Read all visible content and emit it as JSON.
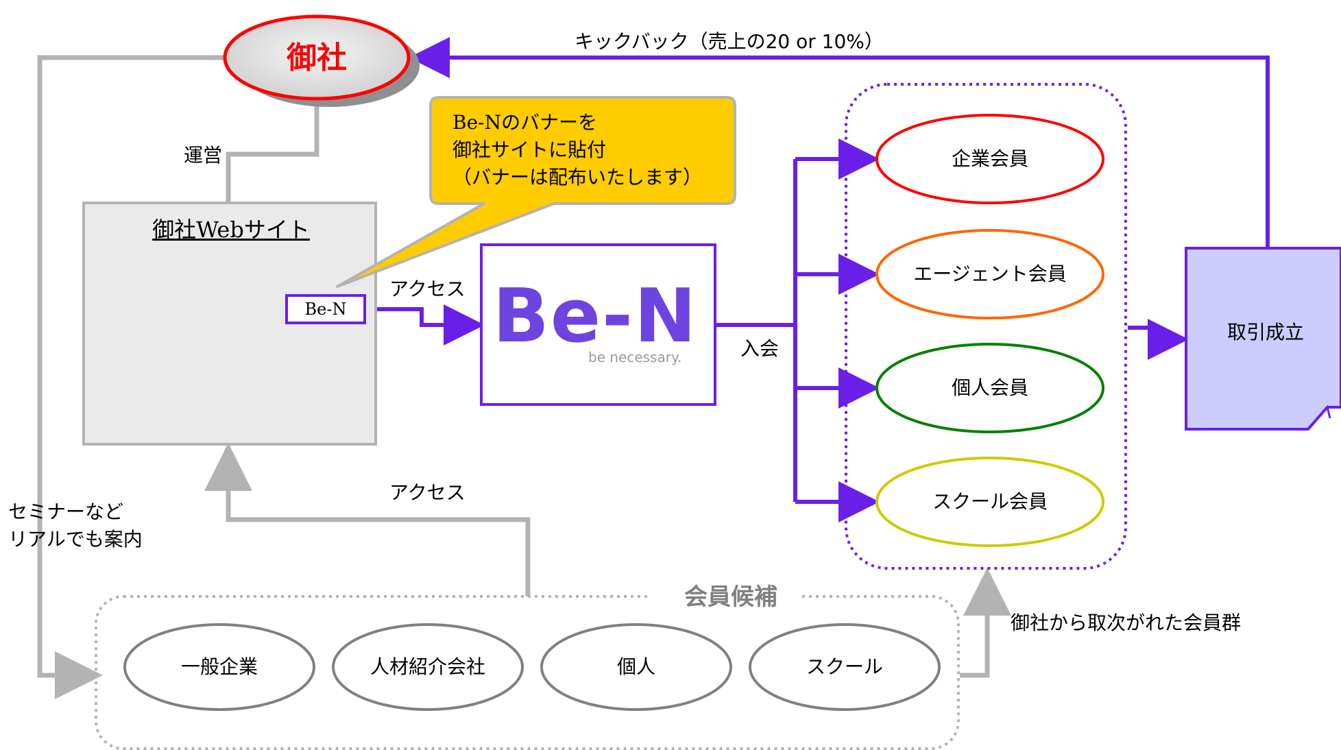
{
  "company": {
    "name": "御社"
  },
  "website": {
    "title": "御社Webサイト",
    "banner_label": "Be-N",
    "operated_label": "運営"
  },
  "callout": {
    "line1": "Be-Nのバナーを",
    "line2": "御社サイトに貼付",
    "line3": "（バナーは配布いたします）"
  },
  "access_label_banner": "アクセス",
  "access_label_candidates": "アクセス",
  "ben": {
    "logo": "Be-N",
    "tagline": "be necessary."
  },
  "join_label": "入会",
  "members": [
    {
      "label": "企業会員",
      "color": "#ff0000"
    },
    {
      "label": "エージェント会員",
      "color": "#ff6600"
    },
    {
      "label": "個人会員",
      "color": "#008000"
    },
    {
      "label": "スクール会員",
      "color": "#cccc00"
    }
  ],
  "deal": {
    "label": "取引成立"
  },
  "kickback_label": "キックバック（売上の20 or 10%）",
  "seminar": {
    "line1": "セミナーなど",
    "line2": "リアルでも案内"
  },
  "candidates": {
    "title": "会員候補",
    "items": [
      "一般企業",
      "人材紹介会社",
      "個人",
      "スクール"
    ]
  },
  "referred_label": "御社から取次がれた会員群",
  "colors": {
    "purple": "#6a1fe8",
    "grey": "#b3b3b3",
    "yellow": "#ffcc00",
    "deal_fill": "#ccccff",
    "ben_logo": "#6e44e0"
  }
}
